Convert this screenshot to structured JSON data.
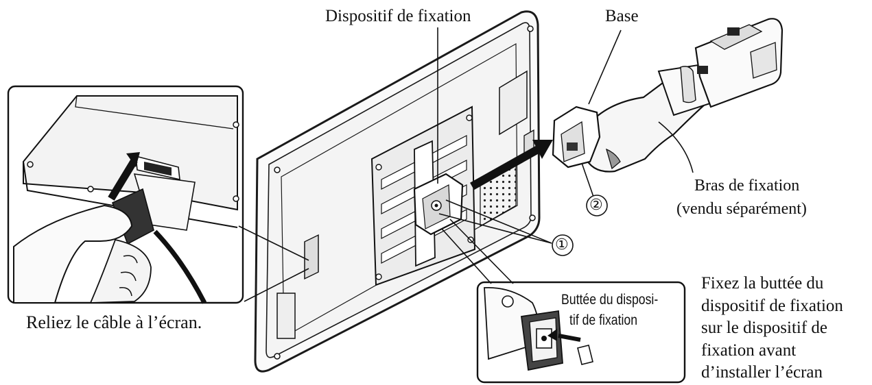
{
  "labels": {
    "mounting_device": "Dispositif de fixation",
    "base": "Base",
    "arm_line1": "Bras de fixation",
    "arm_line2": "(vendu séparément)",
    "callout_1": "①",
    "callout_2": "②",
    "stopper_line1": "Buttée du disposi-",
    "stopper_line2": "tif de fixation",
    "connect_caption": "Reliez le câble à l’écran.",
    "note_lines": [
      "Fixez la buttée du",
      "dispositif de fixation",
      "sur le dispositif de",
      "fixation avant",
      "d’installer l’écran"
    ]
  },
  "colors": {
    "line": "#1a1a1a",
    "fill_light": "#f4f4f4",
    "fill_mid": "#d8d8d8",
    "fill_dark": "#555555"
  },
  "icons": [
    "plug-icon",
    "push-arrow-icon",
    "stopper-arrow-icon"
  ]
}
